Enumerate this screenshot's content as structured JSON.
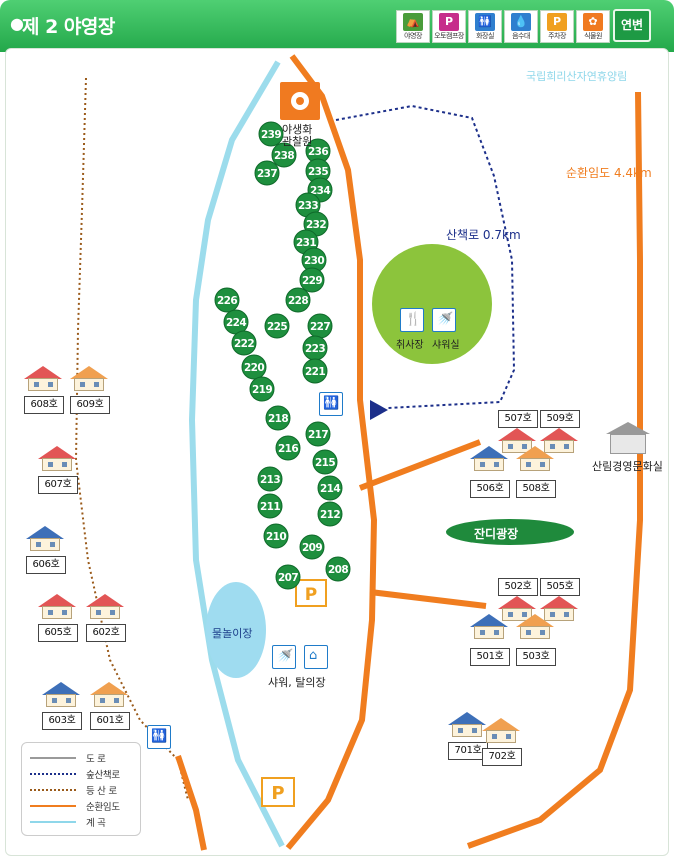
{
  "header": {
    "title": "제 2 야영장",
    "year_button": "연변",
    "legend_buttons": [
      {
        "label": "야영장",
        "icon": "camper-icon",
        "color": "#4a9c3a"
      },
      {
        "label": "오토캠프장",
        "icon": "autocamp-icon",
        "color": "#c62d8b"
      },
      {
        "label": "화장실",
        "icon": "toilet-icon",
        "color": "#2f7fcf"
      },
      {
        "label": "음수대",
        "icon": "water-icon",
        "color": "#2f7fcf"
      },
      {
        "label": "주차장",
        "icon": "parking-icon",
        "color": "#f0a020"
      },
      {
        "label": "식물원",
        "icon": "garden-icon",
        "color": "#f07a20"
      }
    ]
  },
  "map": {
    "forest_label": "국립희리산자연휴양림",
    "ring_road_label": "순환임도 4.4km",
    "trail_label": "산책로 0.7km",
    "wildflower_label": "야생화\n관찰원",
    "kitchen_label": "취사장",
    "shower_label": "샤워실",
    "plaza_label": "잔디광장",
    "pool_label": "물놀이장",
    "shower_changing_label": "샤워, 탈의장",
    "culture_hall_label": "산림경영문화실",
    "campsites": [
      "239",
      "238",
      "237",
      "236",
      "235",
      "234",
      "233",
      "232",
      "231",
      "230",
      "229",
      "228",
      "226",
      "224",
      "225",
      "227",
      "222",
      "223",
      "220",
      "221",
      "219",
      "218",
      "217",
      "216",
      "215",
      "213",
      "214",
      "211",
      "212",
      "210",
      "209",
      "207",
      "208"
    ],
    "rooms": {
      "r608": "608호",
      "r609": "609호",
      "r607": "607호",
      "r606": "606호",
      "r605": "605호",
      "r602": "602호",
      "r603": "603호",
      "r601": "601호",
      "r507": "507호",
      "r509": "509호",
      "r506": "506호",
      "r508": "508호",
      "r502": "502호",
      "r505": "505호",
      "r501": "501호",
      "r503": "503호",
      "r701": "701호",
      "r702": "702호"
    }
  },
  "legend": [
    {
      "label": "도    로",
      "color": "#9a9a9a",
      "style": "solid"
    },
    {
      "label": "숲산책로",
      "color": "#1c2f8a",
      "style": "dotted"
    },
    {
      "label": "등 산 로",
      "color": "#9a5a1a",
      "style": "dotted"
    },
    {
      "label": "순환임도",
      "color": "#f07d1f",
      "style": "solid"
    },
    {
      "label": "계    곡",
      "color": "#8fd7ea",
      "style": "solid"
    }
  ]
}
